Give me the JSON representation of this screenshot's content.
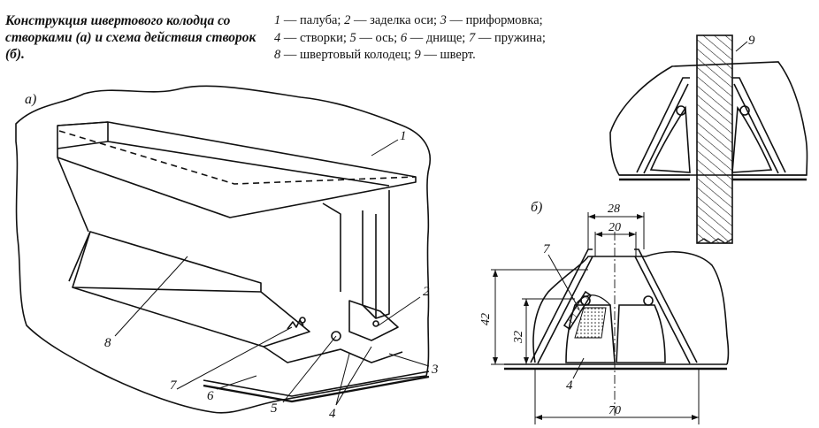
{
  "caption": "Конструкция швертового колодца со створками (а) и схема действия створок (б).",
  "legend_lines": [
    [
      {
        "n": "1",
        "t": " — палуба; "
      },
      {
        "n": "2",
        "t": " — заделка оси; "
      },
      {
        "n": "3",
        "t": " — приформовка;"
      }
    ],
    [
      {
        "n": "4",
        "t": " — створки; "
      },
      {
        "n": "5",
        "t": " — ось; "
      },
      {
        "n": "6",
        "t": " — днище; "
      },
      {
        "n": "7",
        "t": " — пружина;"
      }
    ],
    [
      {
        "n": "8",
        "t": " — швертовый колодец; "
      },
      {
        "n": "9",
        "t": " — шверт."
      }
    ]
  ],
  "sublabels": {
    "a": "а)",
    "b": "б)"
  },
  "part_numbers": {
    "p1": "1",
    "p2": "2",
    "p3": "3",
    "p4": "4",
    "p5": "5",
    "p6": "6",
    "p7": "7",
    "p8": "8",
    "p9": "9",
    "p4b": "4",
    "p7b": "7"
  },
  "dimensions": {
    "d28": "28",
    "d20": "20",
    "d42": "42",
    "d32": "32",
    "d70": "70"
  }
}
